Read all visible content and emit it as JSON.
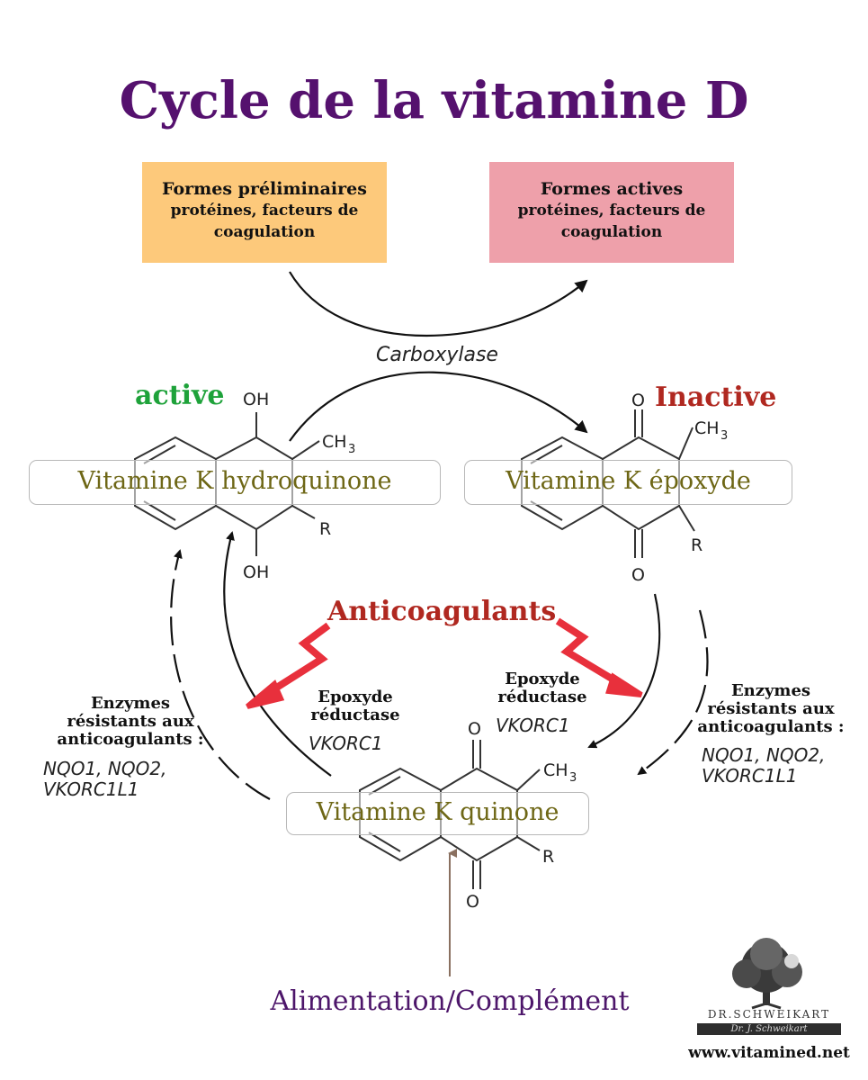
{
  "title": "Cycle de la vitamine D",
  "boxes": {
    "preliminary": {
      "title": "Formes préliminaires",
      "line1": "protéines, facteurs de",
      "line2": "coagulation"
    },
    "active_forms": {
      "title": "Formes actives",
      "line1": "protéines, facteurs de",
      "line2": "coagulation"
    }
  },
  "enzyme_carboxylase": "Carboxylase",
  "compounds": {
    "hydroquinone": "Vitamine K hydroquinone",
    "epoxide": "Vitamine K époxyde",
    "quinone": "Vitamine K quinone"
  },
  "state_labels": {
    "active": "active",
    "inactive": "Inactive"
  },
  "anticoagulants": "Anticoagulants",
  "epoxide_reductase": {
    "line1": "Epoxyde",
    "line2": "réductase",
    "gene": "VKORC1"
  },
  "resistant_enzymes": {
    "line1": "Enzymes",
    "line2": "résistants aux",
    "line3": "anticoagulants :",
    "genes_line1": "NQO1, NQO2,",
    "genes_line2": "VKORC1L1"
  },
  "chem_labels": {
    "oh": "OH",
    "o": "O",
    "methyl": "CH",
    "methyl_sub": "3",
    "r": "R"
  },
  "source": "Alimentation/Complément",
  "logo": {
    "name": "DR.SCHWEIKART",
    "signature": "Dr. J. Schweikart",
    "website": "www.vitamined.net"
  },
  "colors": {
    "title": "#55116e",
    "preliminary_box": "#fdc97b",
    "active_box": "#eea0aa",
    "compound_text": "#6e6716",
    "active_label": "#1ea23a",
    "inactive_label": "#b02820",
    "anticoagulant_arrow": "#e8303c",
    "source_arrow": "#8a7060"
  }
}
